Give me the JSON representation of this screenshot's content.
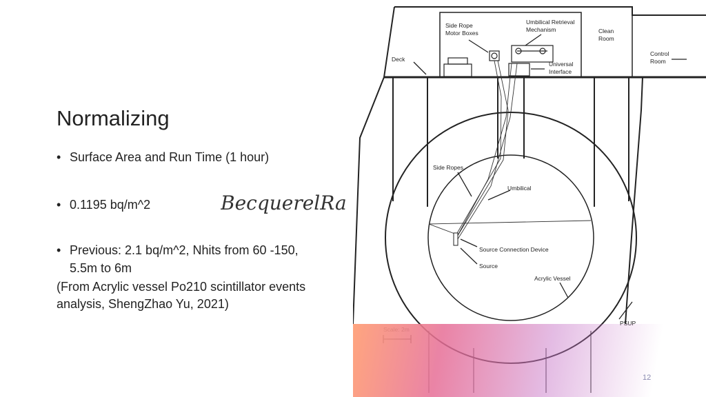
{
  "slide": {
    "title": "Normalizing",
    "bullets": [
      {
        "text": "Surface Area and Run Time (1 hour)"
      },
      {
        "text": "0.1195 bq/m^2"
      },
      {
        "text": "Previous: 2.1 bq/m^2, Nhits from 60 -150, 5.5m to 6m"
      }
    ],
    "note": "(From Acrylic vessel Po210 scintillator events analysis, ShengZhao Yu, 2021)",
    "equation_fragment": "BecquerelRa",
    "page_number": "12"
  },
  "diagram": {
    "labels": {
      "side_rope_motor_boxes": [
        "Side Rope",
        "Motor Boxes"
      ],
      "umbilical_retrieval": [
        "Umbilical Retrieval",
        "Mechanism"
      ],
      "clean_room": [
        "Clean",
        "Room"
      ],
      "control_room": [
        "Control",
        "Room"
      ],
      "deck": "Deck",
      "universal_interface": [
        "Universal",
        "Interface"
      ],
      "side_ropes": "Side Ropes",
      "umbilical": "Umbilical",
      "source_connection_device": "Source Connection Device",
      "source": "Source",
      "acrylic_vessel": "Acrylic Vessel",
      "psup": "PSUP",
      "scale": "Scale: 2m"
    }
  }
}
